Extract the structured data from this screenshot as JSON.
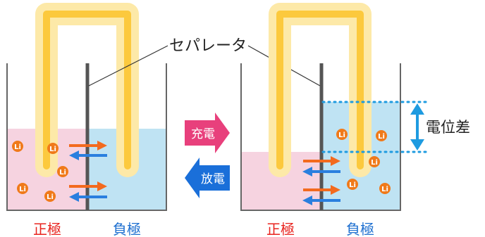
{
  "labels": {
    "separator": "セパレータ",
    "left_positive": "正極",
    "left_negative": "負極",
    "right_positive": "正極",
    "right_negative": "負極",
    "potential_difference": "電位差",
    "charge": "充電",
    "discharge": "放電",
    "ion": "Li"
  },
  "colors": {
    "positive_electrolyte": "#f6d3e0",
    "negative_electrolyte": "#bfe3f3",
    "tube_outer": "#fde9a8",
    "tube_inner": "#fcc93d",
    "ion": "#f07a1a",
    "arrow_orange": "#f36a1e",
    "arrow_blue": "#2a7fdf",
    "charge_arrow": "#e8407c",
    "discharge_arrow": "#1a6fd9",
    "label_red": "#e8231e",
    "label_blue": "#1d6fd0",
    "dotted_line": "#1e9be0"
  }
}
